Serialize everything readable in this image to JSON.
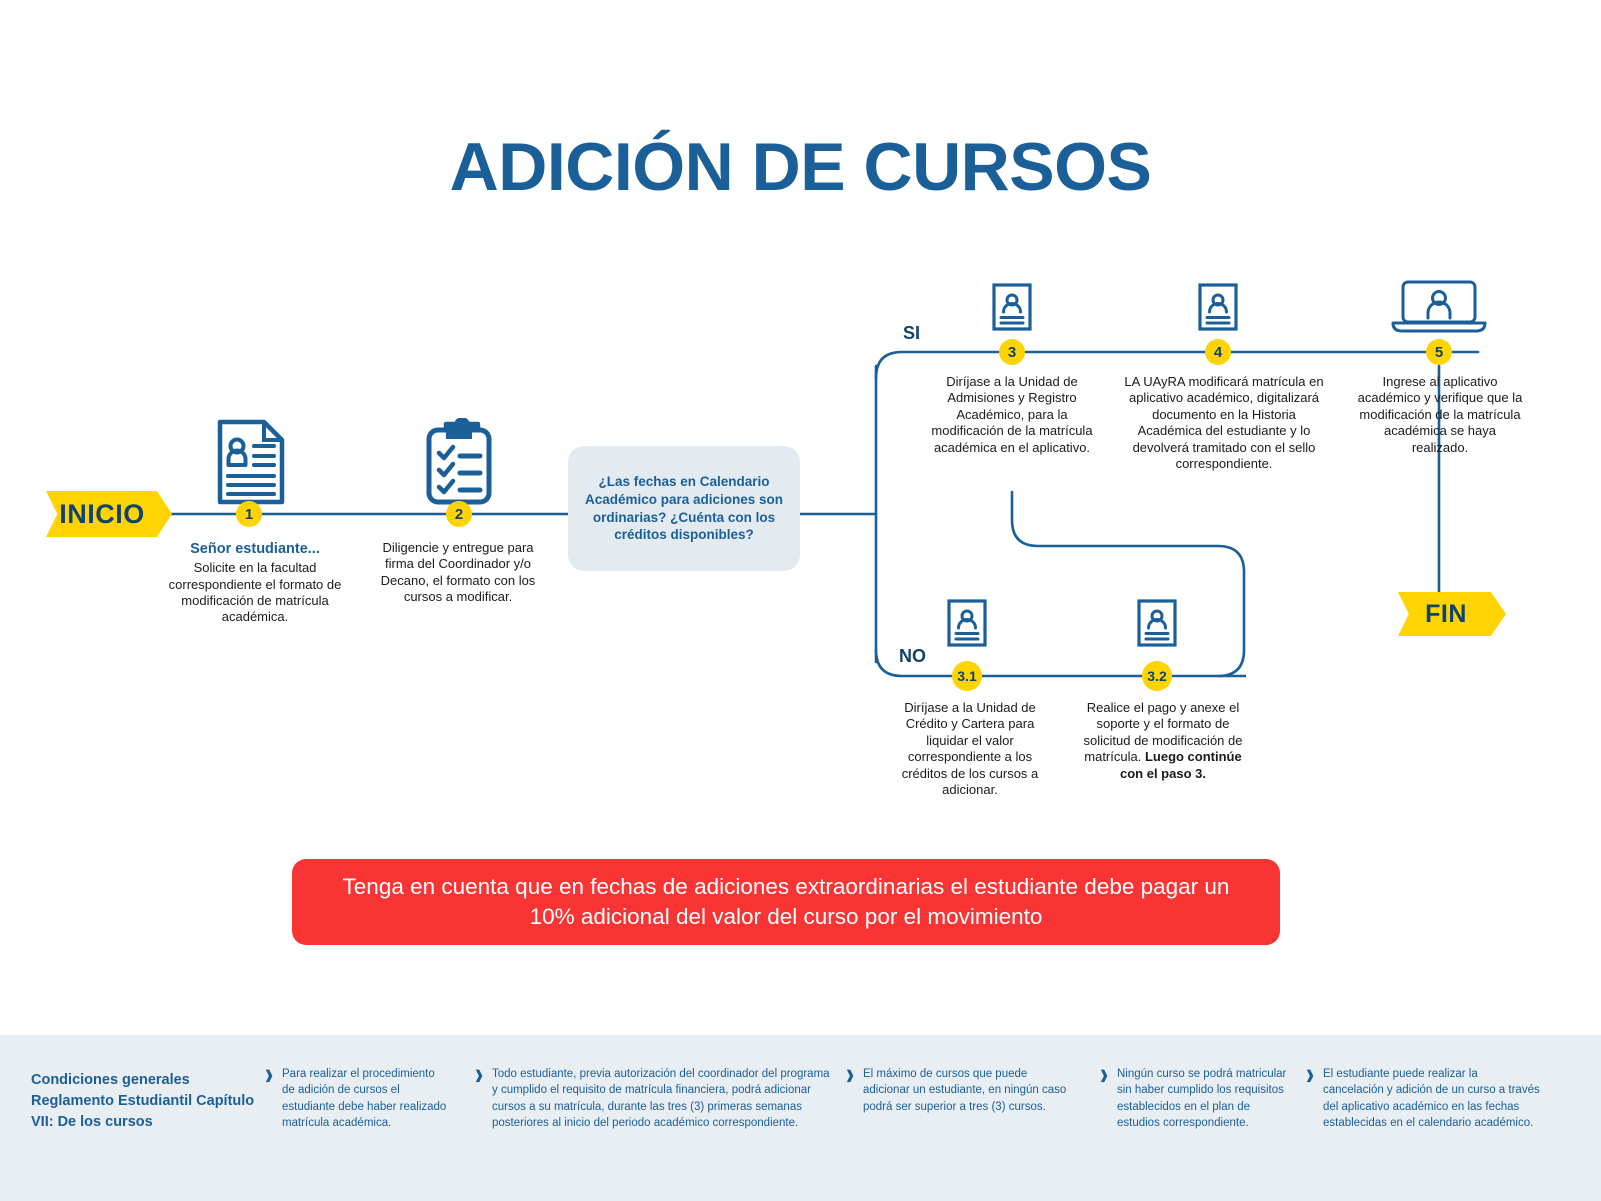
{
  "title": "ADICIÓN DE CURSOS",
  "colors": {
    "brand_blue": "#1b5f99",
    "dark_blue": "#10426e",
    "yellow": "#ffd400",
    "red": "#f93434",
    "decision_bg": "#e3ebf0",
    "footer_bg": "#e8eef2"
  },
  "flow": {
    "start_label": "INICIO",
    "end_label": "FIN",
    "branch_yes": "SI",
    "branch_no": "NO",
    "decision": "¿Las fechas en Calendario Académico para adiciones son ordinarias? ¿Cuénta con los créditos disponibles?",
    "steps": [
      {
        "number": "1",
        "icon": "document-person-icon",
        "heading": "Señor estudiante...",
        "text": "Solicite en la facultad correspondiente el formato de modificación de matrícula académica."
      },
      {
        "number": "2",
        "icon": "clipboard-checklist-icon",
        "heading": "",
        "text": "Diligencie y entregue para firma del Coordinador y/o Decano, el formato con los cursos a modificar."
      },
      {
        "number": "3",
        "icon": "id-card-icon",
        "heading": "",
        "text": "Diríjase a la Unidad de Admisiones y Registro Académico, para la modificación de la matrícula académica en el aplicativo."
      },
      {
        "number": "4",
        "icon": "id-card-icon",
        "heading": "",
        "text": "LA UAyRA modificará matrícula en aplicativo académico, digitalizará documento en la Historia Académica del estudiante y lo devolverá tramitado con el sello correspondiente."
      },
      {
        "number": "5",
        "icon": "laptop-person-icon",
        "heading": "",
        "text": "Ingrese al aplicativo académico y verifique que la modificación de la matrícula académica se haya realizado."
      },
      {
        "number": "3.1",
        "icon": "id-card-icon",
        "heading": "",
        "text": "Diríjase a la Unidad de Crédito y Cartera para liquidar el valor correspondiente a los créditos de los cursos a adicionar."
      },
      {
        "number": "3.2",
        "icon": "id-card-icon",
        "heading": "",
        "text_plain": "Realice el pago y anexe el soporte y el formato de solicitud de modificación de matrícula. ",
        "text_bold": "Luego continúe con el paso 3."
      }
    ]
  },
  "warning": "Tenga en cuenta que en fechas de adiciones extraordinarias el estudiante debe pagar un 10% adicional del valor del curso por el movimiento",
  "footer": {
    "title": "Condiciones generales Reglamento Estudiantil Capítulo VII: De los cursos",
    "conditions": [
      "Para realizar el procedimiento de adición de cursos el estudiante debe haber realizado matrícula académica.",
      "Todo estudiante, previa autorización del coordinador del programa y cumplido el requisito de matrícula financiera, podrá adicionar cursos a su matrícula, durante las tres (3) primeras semanas posteriores al inicio del periodo académico correspondiente.",
      "El máximo de cursos que puede adicionar un estudiante, en ningún caso podrá ser superior a tres (3) cursos.",
      "Ningún curso se podrá matricular sin haber cumplido los requisitos establecidos en el plan de estudios correspondiente.",
      "El estudiante puede realizar la cancelación y adición de un curso a través del aplicativo académico en las fechas establecidas en el calendario académico."
    ],
    "bullet_glyph": "❱"
  }
}
